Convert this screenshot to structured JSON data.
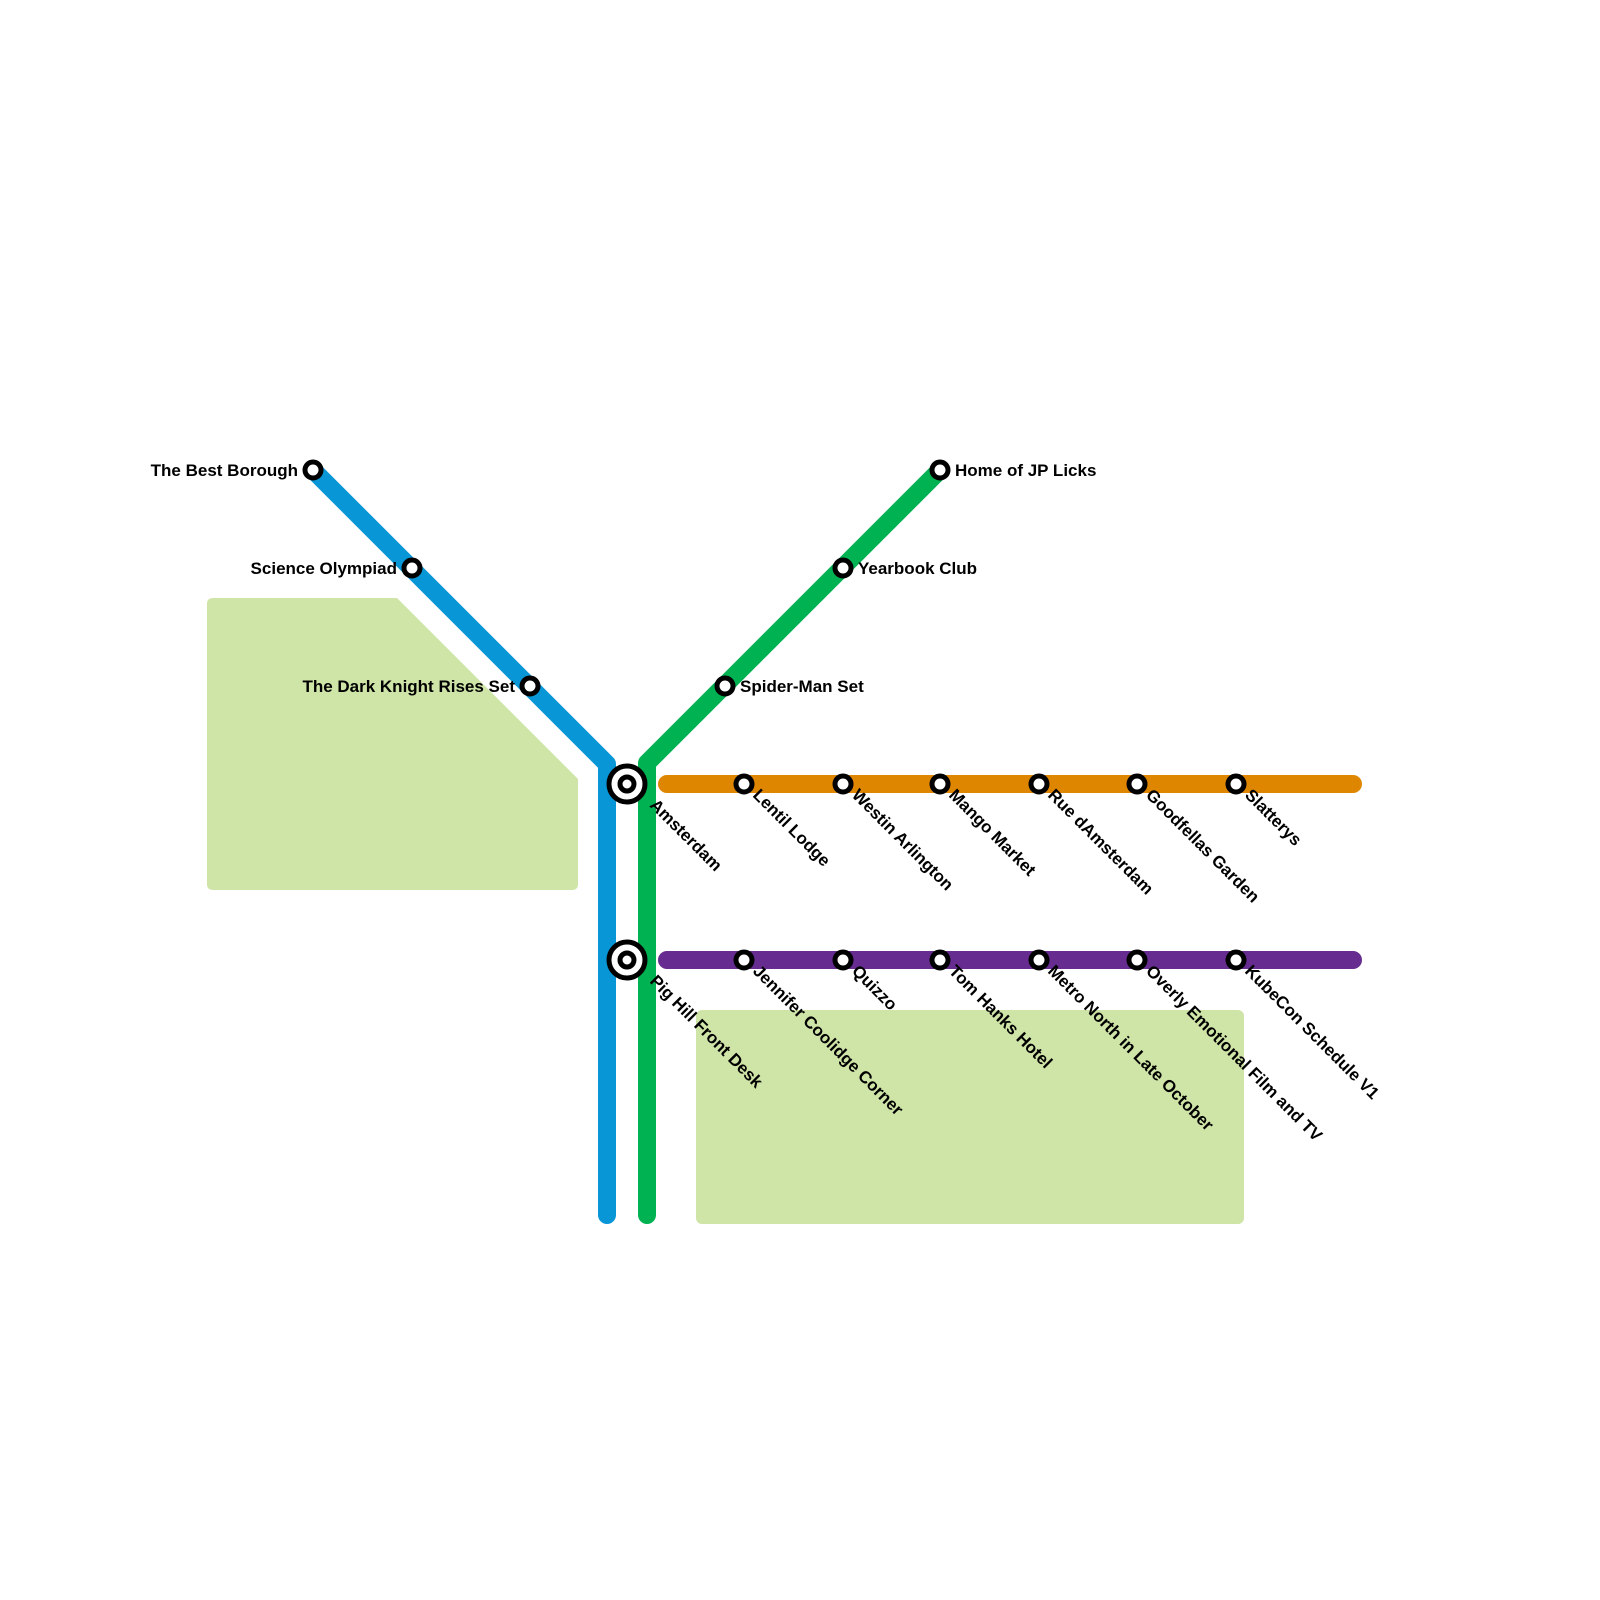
{
  "colors": {
    "blue": "#0896d7",
    "green": "#00b251",
    "orange": "#df8600",
    "purple": "#662c90",
    "park": "#cfe4a7",
    "station": "#000000"
  },
  "interchanges": [
    "Amsterdam",
    "Pig Hill Front Desk"
  ],
  "lines": {
    "blue": {
      "stations": [
        "The Best Borough",
        "Science Olympiad",
        "The Dark Knight Rises Set"
      ]
    },
    "green": {
      "stations": [
        "Home of JP Licks",
        "Yearbook Club",
        "Spider-Man Set"
      ]
    },
    "orange": {
      "stations": [
        "Lentil Lodge",
        "Westin Arlington",
        "Mango Market",
        "Rue dAmsterdam",
        "Goodfellas Garden",
        "Slatterys"
      ]
    },
    "purple": {
      "stations": [
        "Jennifer Coolidge Corner",
        "Quizzo",
        "Tom Hanks Hotel",
        "Metro North in Late October",
        "Overly Emotional Film and TV",
        "KubeCon Schedule V1"
      ]
    }
  }
}
